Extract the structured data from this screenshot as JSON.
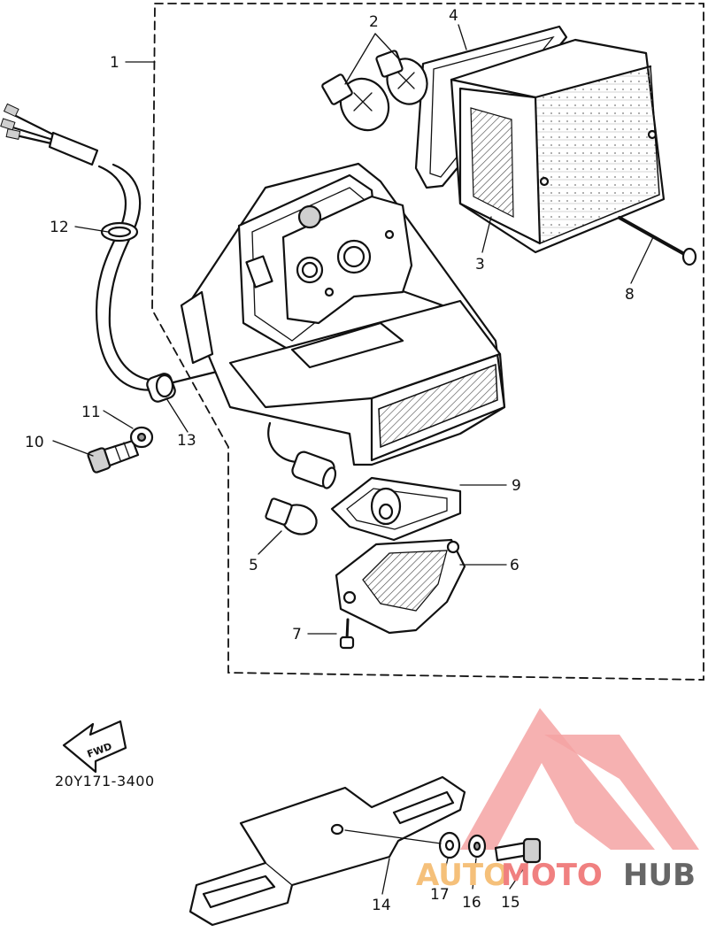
{
  "diagram": {
    "part_code": "20Y171-3400",
    "fwd_label": "FWD",
    "callouts": [
      "1",
      "2",
      "3",
      "4",
      "5",
      "6",
      "7",
      "8",
      "9",
      "10",
      "11",
      "12",
      "13",
      "14",
      "15",
      "16",
      "17"
    ]
  },
  "watermark": {
    "text_auto": "AUTO",
    "text_moto": "MOTO",
    "text_hub": "HUB",
    "color_auto": "#f5c07a",
    "color_moto": "#f08080",
    "color_hub": "#666666",
    "logo_color": "#f08a8a"
  }
}
